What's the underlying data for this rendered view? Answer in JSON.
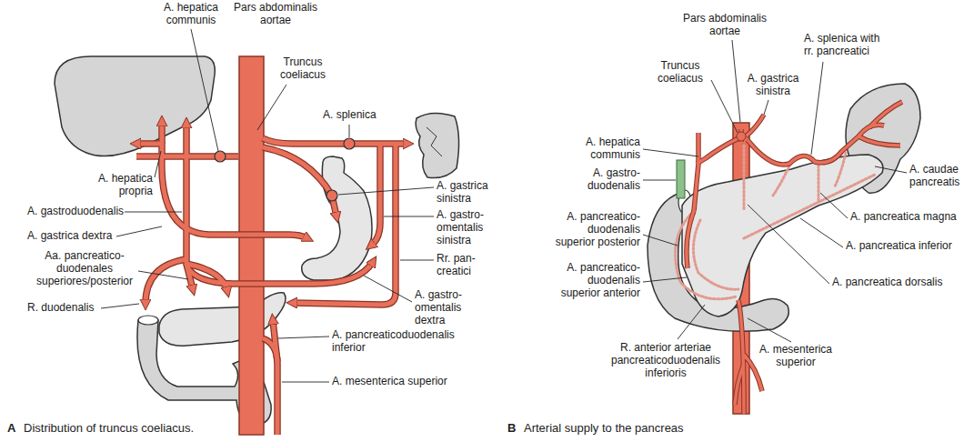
{
  "diagram": {
    "labels": [
      "A. hepatica communis",
      "Pars abdominalis aortae",
      "Truncus coeliacus",
      "A. splenica",
      "A. hepatica propria",
      "A. gastrica sinistra",
      "A. gastroduodenalis",
      "A. gastro- omentalis sinistra",
      "A. gastrica dextra",
      "Rr. pan- creatici",
      "Aa. pancreatico- duodenales superiores/posterior",
      "R. duodenalis",
      "A. gastro- omentalis dextra",
      "A. pancreaticoduodenalis inferior",
      "A. mesenterica superior",
      "Pars abdominalis aortae",
      "A. splenica with rr. pancreatici",
      "Truncus coeliacus",
      "A. gastrica sinistra",
      "A. hepatica communis",
      "A. caudae pancreatis",
      "A. gastro- duodenalis",
      "A. pancreatica magna",
      "A. pancreatico- duodenalis superior posterior",
      "A. pancreatica inferior",
      "A. pancreatica dorsalis",
      "A. pancreatico- duodenalis superior anterior",
      "R. anterior arteriae pancreaticoduodenalis inferioris",
      "A. mesenterica superior",
      "A",
      "Distribution of truncus coeliacus.",
      "B",
      "Arterial supply to the pancreas"
    ]
  }
}
